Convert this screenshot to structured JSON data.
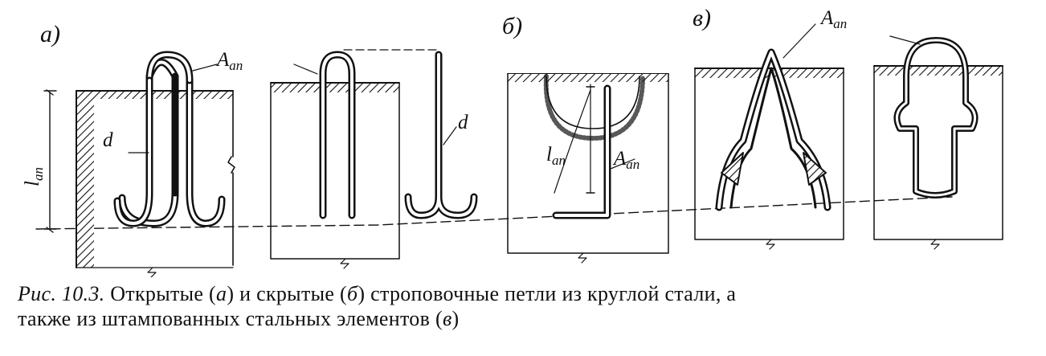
{
  "figure": {
    "panel_labels": {
      "a": "а)",
      "b": "б)",
      "v": "в)"
    },
    "anchor_label": {
      "main": "A",
      "sub": "an"
    },
    "length_label": {
      "main": "l",
      "sub": "an"
    },
    "diameter_label": "d"
  },
  "caption": {
    "prefix": "Рис. 10.3.",
    "part1": "Открытые (",
    "a": "а",
    "part2": ") и скрытые (",
    "b": "б",
    "part3": ") строповочные петли из круглой стали, а",
    "part4": "также из штампованных стальных элементов (",
    "v": "в",
    "part5": ")"
  }
}
